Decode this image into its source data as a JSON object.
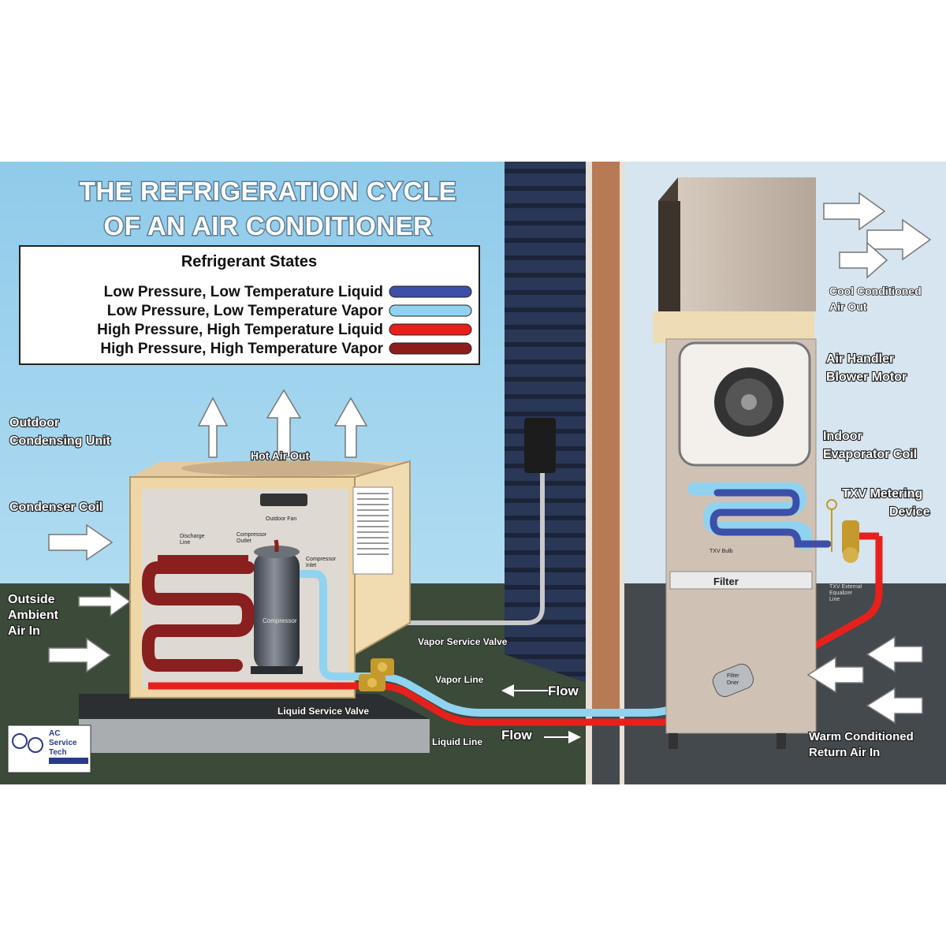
{
  "title": {
    "line1": "THE REFRIGERATION CYCLE",
    "line2": "OF AN AIR CONDITIONER"
  },
  "legend": {
    "heading": "Refrigerant States",
    "items": [
      {
        "label": "Low Pressure, Low Temperature Liquid",
        "color": "#3d4fa8"
      },
      {
        "label": "Low Pressure, Low Temperature Vapor",
        "color": "#8fd3f0"
      },
      {
        "label": "High Pressure, High Temperature Liquid",
        "color": "#e8201c"
      },
      {
        "label": "High Pressure, High Temperature Vapor",
        "color": "#8b1d1d"
      }
    ]
  },
  "labels": {
    "outdoor_unit": [
      "Outdoor",
      "Condensing Unit"
    ],
    "condenser_coil": "Condenser Coil",
    "outside_air": [
      "Outside",
      "Ambient",
      "Air In"
    ],
    "hot_air_out": "Hot Air Out",
    "outdoor_fan": "Outdoor Fan",
    "discharge_line": [
      "Discharge",
      "Line"
    ],
    "compressor_outlet": [
      "Compressor",
      "Outlet"
    ],
    "compressor_inlet": [
      "Compressor",
      "Inlet"
    ],
    "compressor": "Compressor",
    "vapor_service_valve": "Vapor Service Valve",
    "vapor_line": "Vapor Line",
    "liquid_service_valve": "Liquid Service Valve",
    "liquid_line": "Liquid Line",
    "flow_upper": "Flow",
    "flow_lower": "Flow",
    "cool_air_out": [
      "Cool Conditioned",
      "Air Out"
    ],
    "blower_motor": [
      "Air Handler",
      "Blower Motor"
    ],
    "evaporator_coil": [
      "Indoor",
      "Evaporator Coil"
    ],
    "txv": [
      "TXV Metering",
      "Device"
    ],
    "txv_bulb": "TXV Bulb",
    "txv_equalizer": [
      "TXV External",
      "Equalizer",
      "Line"
    ],
    "filter": "Filter",
    "filter_drier": [
      "Filter",
      "Drier"
    ],
    "return_air": [
      "Warm Conditioned",
      "Return Air In"
    ]
  },
  "logo": {
    "lines": [
      "AC",
      "Service",
      "Tech"
    ]
  },
  "colors": {
    "sky_outdoor": "#a9d8f0",
    "sky_indoor": "#d7e6f0",
    "siding": "#25324d",
    "stud": "#b87752",
    "ground": "#3c4a3a",
    "cabinet": "#efd6a6",
    "air_handler": "#c9bcb0",
    "low_liquid": "#3d4fa8",
    "low_vapor": "#8fd3f0",
    "high_liquid": "#e8201c",
    "high_vapor": "#8b1d1d"
  }
}
